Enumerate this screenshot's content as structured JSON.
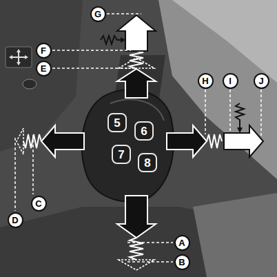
{
  "diagram": {
    "nodes": [
      {
        "text": [
          "5"
        ]
      },
      {
        "text": [
          "6"
        ]
      },
      {
        "text": [
          "7"
        ]
      },
      {
        "text": [
          "8"
        ]
      }
    ],
    "labels": [
      "G",
      "F",
      "E",
      "H",
      "I",
      "J",
      "C",
      "D",
      "A",
      "B"
    ]
  }
}
